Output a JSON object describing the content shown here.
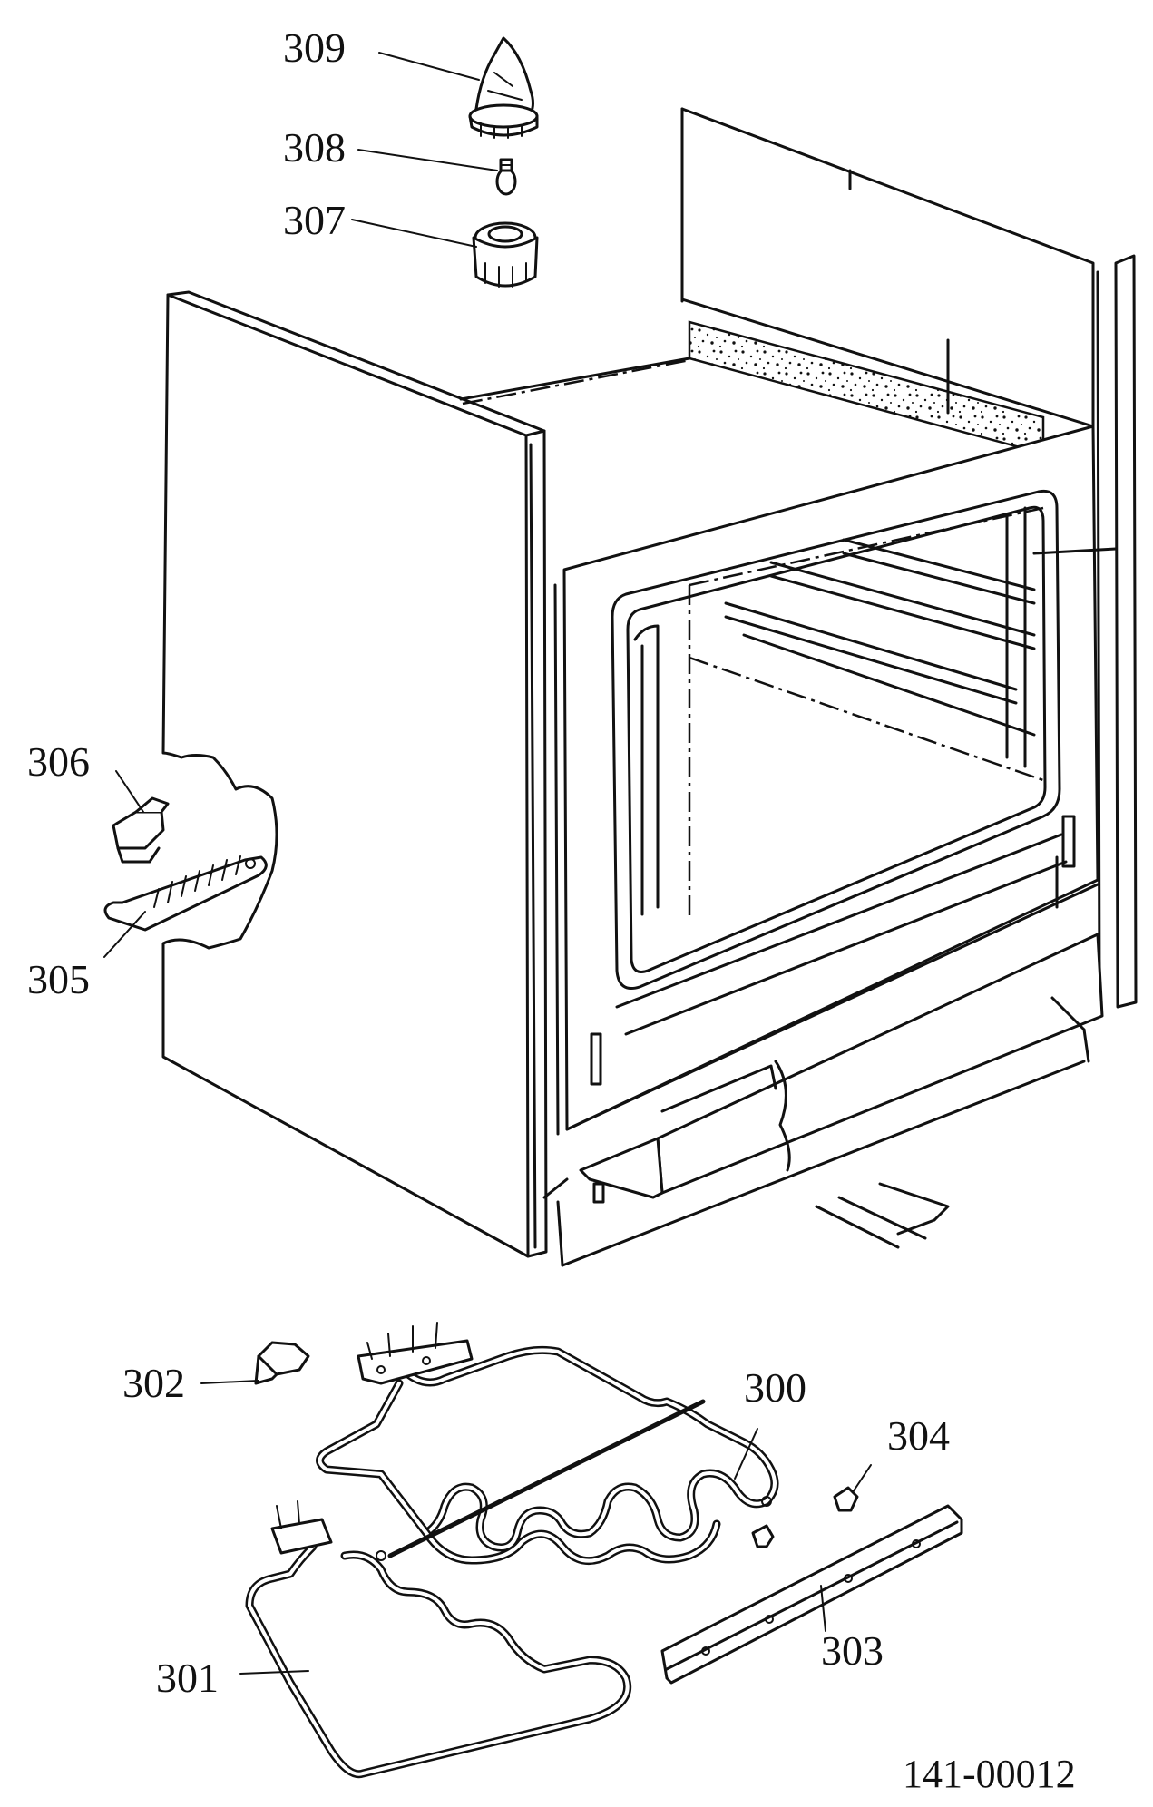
{
  "parts": [
    {
      "id": "p300",
      "label": "300"
    },
    {
      "id": "p301",
      "label": "301"
    },
    {
      "id": "p302",
      "label": "302"
    },
    {
      "id": "p303",
      "label": "303"
    },
    {
      "id": "p304",
      "label": "304"
    },
    {
      "id": "p305",
      "label": "305"
    },
    {
      "id": "p306",
      "label": "306"
    },
    {
      "id": "p307",
      "label": "307"
    },
    {
      "id": "p308",
      "label": "308"
    },
    {
      "id": "p309",
      "label": "309"
    }
  ],
  "drawing_code": "141-00012",
  "colors": {
    "ink": "#111111",
    "paper": "#ffffff"
  }
}
